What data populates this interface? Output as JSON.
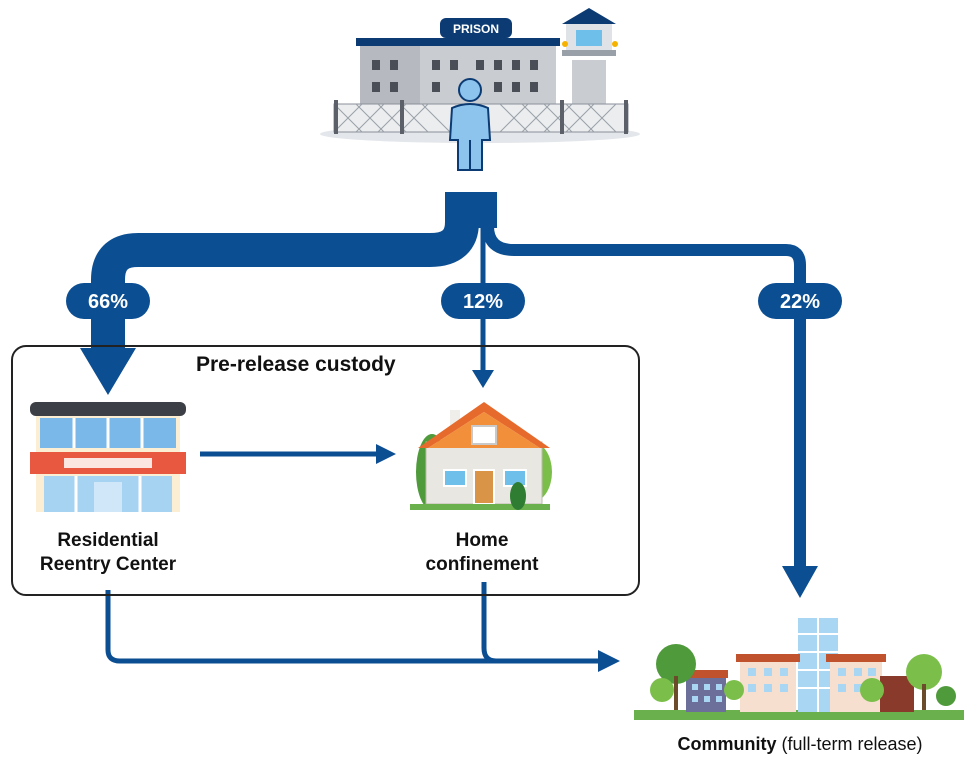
{
  "prison": {
    "sign": "PRISON"
  },
  "flows": [
    {
      "name": "to-reentry-center",
      "percent": "66%"
    },
    {
      "name": "to-home-confinement",
      "percent": "12%"
    },
    {
      "name": "to-community",
      "percent": "22%"
    }
  ],
  "pre_release": {
    "title": "Pre-release custody"
  },
  "nodes": {
    "reentry_line1": "Residential",
    "reentry_line2": "Reentry Center",
    "home_line1": "Home",
    "home_line2": "confinement",
    "community_bold": "Community",
    "community_rest": " (full-term release)"
  },
  "colors": {
    "flow": "#0c4e92",
    "person": "#8cc4ee",
    "box_stroke": "#222222"
  }
}
